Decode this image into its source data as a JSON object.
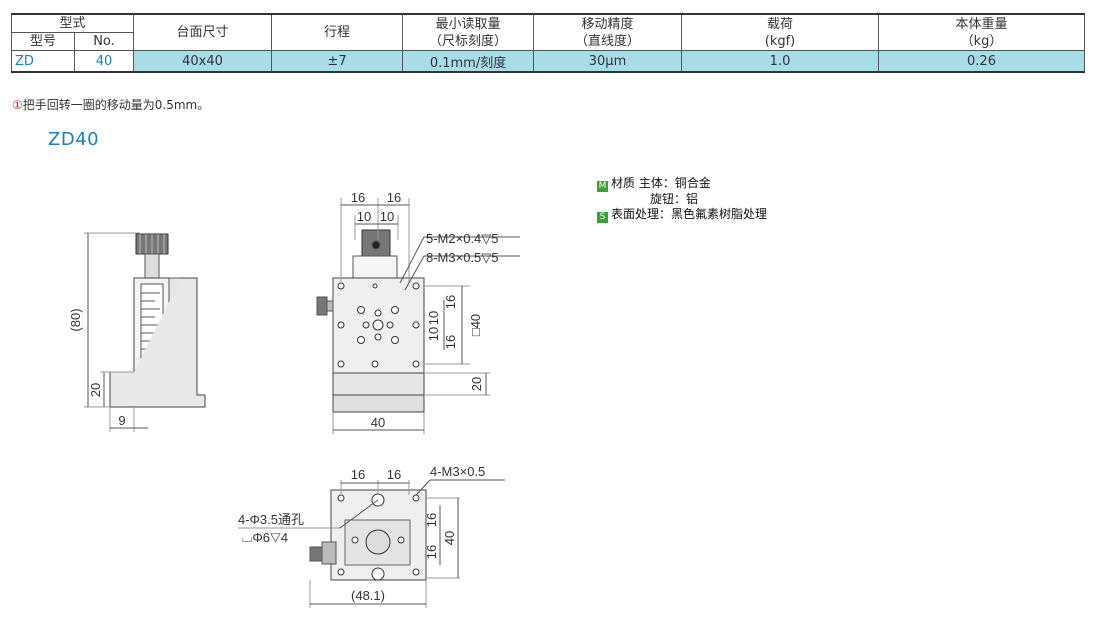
{
  "table": {
    "group_header": "型式",
    "sub_header_model": "型号",
    "sub_header_no": "No.",
    "headers": {
      "table_size": "台面尺寸",
      "stroke": "行程",
      "min_reading_1": "最小读取量",
      "min_reading_2": "（尺标刻度）",
      "accuracy_1": "移动精度",
      "accuracy_2": "（直线度）",
      "load_1": "载荷",
      "load_2": "(kgf)",
      "weight_1": "本体重量",
      "weight_2": "（kg）"
    },
    "row": {
      "model": "ZD",
      "no": "40",
      "table_size": "40x40",
      "stroke": "±7",
      "min_reading": "0.1mm/刻度",
      "accuracy": "30μm",
      "load": "1.0",
      "weight": "0.26"
    }
  },
  "note": {
    "mark": "①",
    "text": "把手回转一圈的移动量为0.5mm。"
  },
  "model_title": "ZD40",
  "materials": {
    "m_badge": "M",
    "line1": "材质 主体：铜合金",
    "line2": "旋钮：铝",
    "s_badge": "S",
    "line3": "表面处理：黑色氟素树脂处理"
  },
  "dims": {
    "side_80": "(80)",
    "side_20": "20",
    "side_9": "9",
    "front_16a": "16",
    "front_16b": "16",
    "front_10a": "10",
    "front_10b": "10",
    "front_m2": "5-M2×0.4▽5",
    "front_m3": "8-M3×0.5▽5",
    "front_v16a": "16",
    "front_v10a": "10",
    "front_v10b": "10",
    "front_v16b": "16",
    "front_sq40": "□40",
    "front_20": "20",
    "front_40": "40",
    "bottom_16a": "16",
    "bottom_16b": "16",
    "bottom_m3": "4-M3×0.5",
    "bottom_hole": "4-Φ3.5通孔",
    "bottom_cbore": "⌴Φ6▽4",
    "bottom_v16a": "16",
    "bottom_v16b": "16",
    "bottom_40": "40",
    "bottom_481": "(48.1)"
  }
}
